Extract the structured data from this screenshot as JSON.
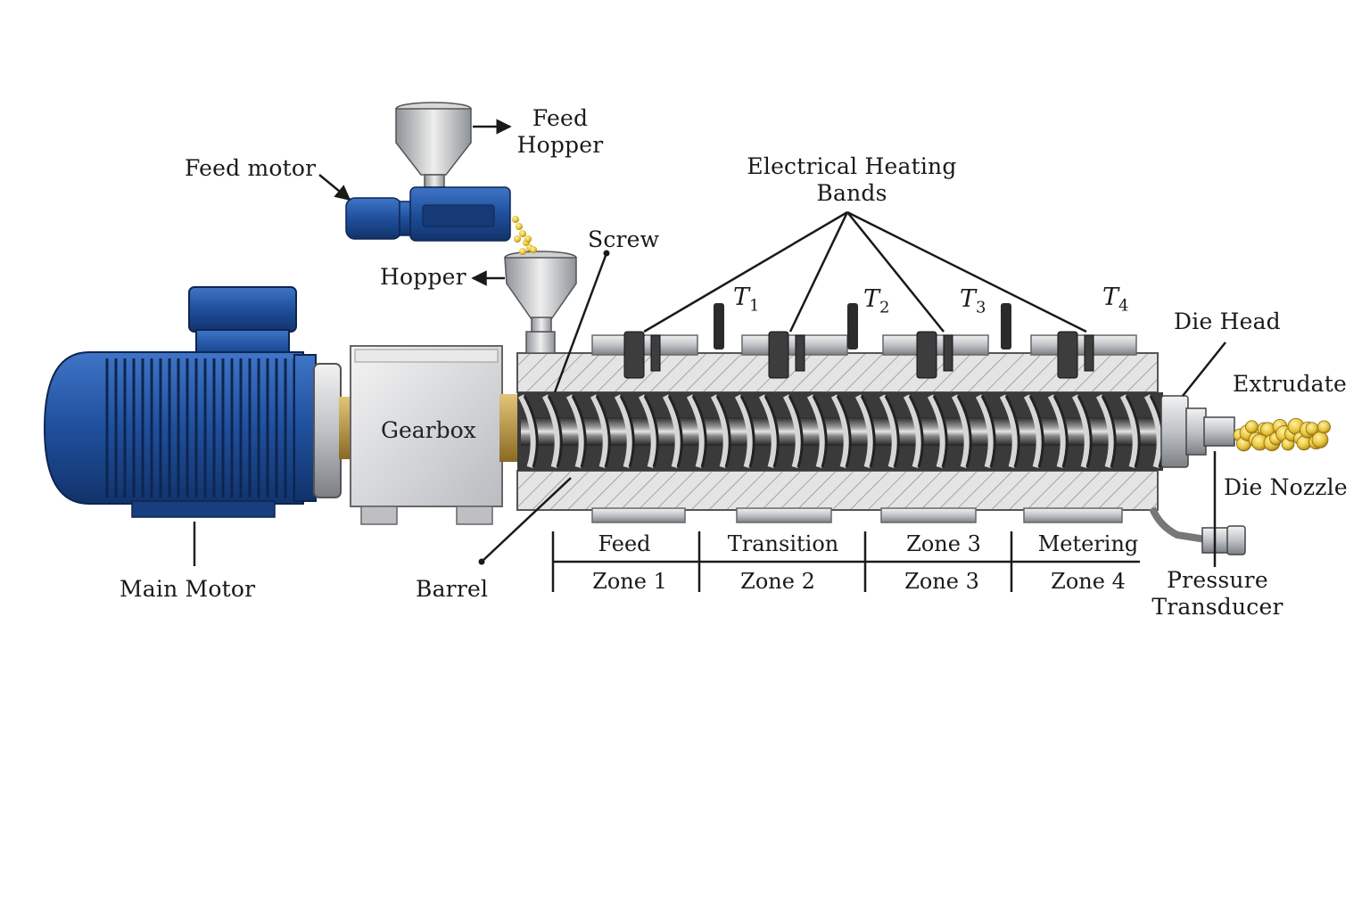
{
  "labels": {
    "feed_hopper": [
      "Feed",
      "Hopper"
    ],
    "feed_motor": "Feed motor",
    "hopper": "Hopper",
    "screw": "Screw",
    "heating_bands": [
      "Electrical Heating",
      "Bands"
    ],
    "die_head": "Die Head",
    "extrudate": "Extrudate",
    "die_nozzle": "Die Nozzle",
    "pressure_transducer": [
      "Pressure",
      "Transducer"
    ],
    "main_motor": "Main Motor",
    "barrel": "Barrel",
    "gearbox": "Gearbox"
  },
  "thermocouples": [
    {
      "symbol": "T",
      "sub": "1"
    },
    {
      "symbol": "T",
      "sub": "2"
    },
    {
      "symbol": "T",
      "sub": "3"
    },
    {
      "symbol": "T",
      "sub": "4"
    }
  ],
  "zones": [
    {
      "top": "Feed",
      "bottom": "Zone 1"
    },
    {
      "top": "Transition",
      "bottom": "Zone 2"
    },
    {
      "top": "Zone 3",
      "bottom": "Zone 3"
    },
    {
      "top": "Metering",
      "bottom": "Zone 4"
    }
  ],
  "colors": {
    "motor_blue": "#1f4f9c",
    "steel": "#c9ccd0",
    "barrel_gray": "#d8d8d8",
    "extrudate_gold": "#e8c43a",
    "shaft_brass": "#b8923c"
  }
}
